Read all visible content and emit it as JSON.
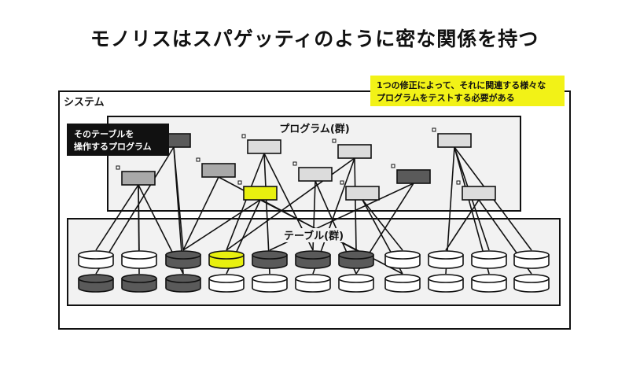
{
  "title": "モノリスはスパゲッティのように密な関係を持つ",
  "system_label": "システム",
  "programs_label": "プログラム(群)",
  "tables_label": "テーブル(群)",
  "callout_change": {
    "lines": [
      "1つの修正によって、それに関連する様々な",
      "プログラムをテストする必要がある"
    ],
    "color": "#F2F217"
  },
  "callout_programs": {
    "lines": [
      "そのテーブルを",
      "操作するプログラム"
    ]
  },
  "colors": {
    "highlight": "#E8F00F",
    "dark": "#5a5a5a",
    "mid": "#a9a9a9",
    "light": "#dcdcdc",
    "white": "#ffffff",
    "panel": "#f2f2f2"
  },
  "programs": [
    {
      "id": "p1",
      "shade": "dark"
    },
    {
      "id": "p2",
      "shade": "mid"
    },
    {
      "id": "p3",
      "shade": "light"
    },
    {
      "id": "p4",
      "shade": "mid"
    },
    {
      "id": "p5",
      "shade": "light"
    },
    {
      "id": "p6",
      "shade": "light"
    },
    {
      "id": "p7",
      "shade": "highlight"
    },
    {
      "id": "p8",
      "shade": "light"
    },
    {
      "id": "p9",
      "shade": "dark"
    },
    {
      "id": "p10",
      "shade": "light"
    },
    {
      "id": "p11",
      "shade": "light"
    }
  ],
  "tables_top": [
    "white",
    "white",
    "dark",
    "highlight",
    "dark",
    "dark",
    "dark",
    "white",
    "white",
    "white",
    "white"
  ],
  "tables_bottom": [
    "dark",
    "dark",
    "dark",
    "white",
    "white",
    "white",
    "white",
    "white",
    "white",
    "white",
    "white"
  ]
}
